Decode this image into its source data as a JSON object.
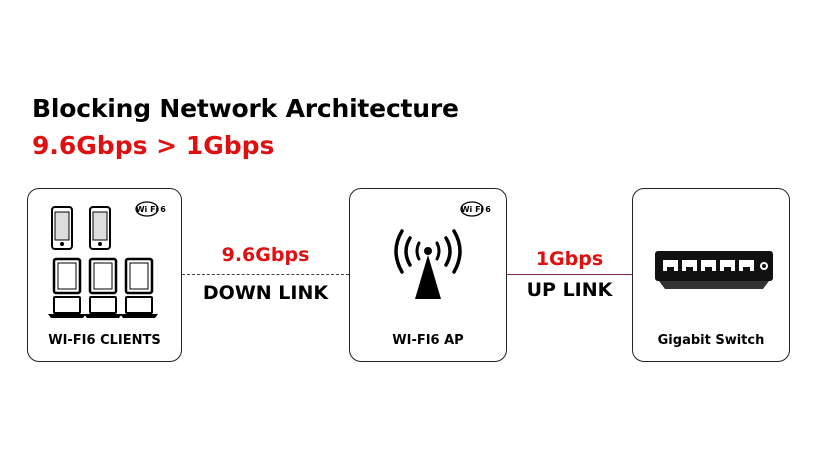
{
  "header": {
    "title": "Blocking Network Architecture",
    "subtitle": "9.6Gbps > 1Gbps"
  },
  "nodes": {
    "clients": {
      "label": "WI-FI6 CLIENTS"
    },
    "ap": {
      "label": "WI-FI6 AP"
    },
    "switch": {
      "label": "Gigabit Switch"
    }
  },
  "links": {
    "down": {
      "speed": "9.6Gbps",
      "label": "DOWN LINK"
    },
    "up": {
      "speed": "1Gbps",
      "label": "UP LINK"
    }
  },
  "wifi_badge": {
    "text": "Wi Fi",
    "suffix": "6"
  },
  "colors": {
    "accent": "#e01010",
    "uplink": "#7a2a50",
    "border": "#222222"
  }
}
